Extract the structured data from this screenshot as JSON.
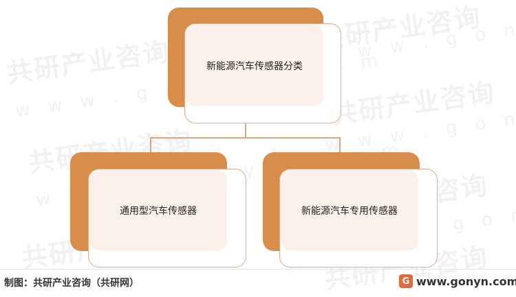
{
  "colors": {
    "accent": "#d98d4b",
    "inner_fill": "#fcf1ea",
    "border": "#e7a97f",
    "logo": "#e16a3c"
  },
  "watermark": {
    "text": "共研产业咨询",
    "url": "w w w . g o n y n . c o m"
  },
  "diagram": {
    "root": "新能源汽车传感器分类",
    "children": [
      "通用型汽车传感器",
      "新能源汽车专用传感器"
    ]
  },
  "footer": {
    "source": "制图：共研产业咨询（共研网）",
    "logo_glyph": "G",
    "site": "www.gonyn.com"
  }
}
